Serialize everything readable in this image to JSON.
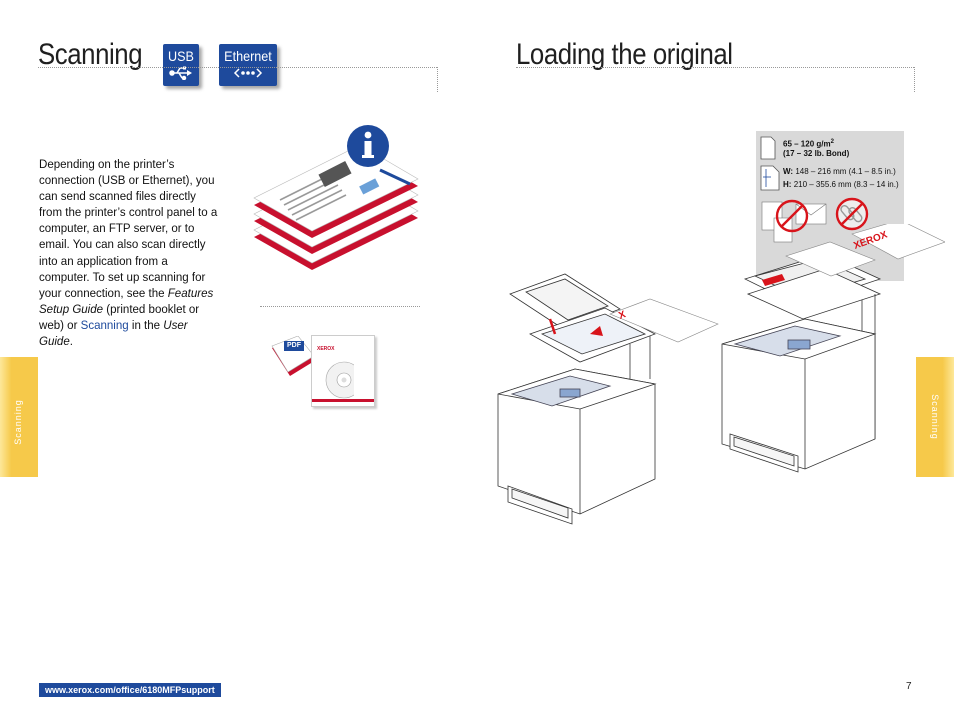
{
  "left_page": {
    "title": "Scanning",
    "badges": {
      "usb": "USB",
      "ethernet": "Ethernet"
    },
    "paragraph": {
      "intro": "Depending on the printer’s connection (USB or Ethernet), you can send scanned files directly from the printer’s control panel to a computer, an FTP server, or to email. You can also scan directly into an application from a computer. To set up scanning for your connection, see the ",
      "features_ref": "Features Setup Guide",
      "middle": " (printed booklet or web) or ",
      "link": "Scanning",
      "in_the": " in the ",
      "user_guide_ref": "User Guide",
      "end": "."
    },
    "pdf_label": "PDF",
    "cd_brand": "XEROX",
    "side_tab": "Scanning",
    "footer_url": "www.xerox.com/office/6180MFPsupport"
  },
  "right_page": {
    "title": "Loading the original",
    "spec": {
      "weight": "65 – 120 g/m",
      "weight_sup": "2",
      "bond": "(17 – 32 lb. Bond)",
      "w_label": "W:",
      "w_value": "148 – 216 mm (4.1 – 8.5 in.)",
      "h_label": "H:",
      "h_value": "210 – 355.6 mm (8.3 – 14 in.)"
    },
    "paper_brand": "XEROX",
    "side_tab": "Scanning",
    "page_number": "7"
  },
  "colors": {
    "brand_blue": "#1e4a9c",
    "tab_yellow": "#f6c94a",
    "spec_gray": "#d9d9d9",
    "no_red": "#d8141b"
  }
}
